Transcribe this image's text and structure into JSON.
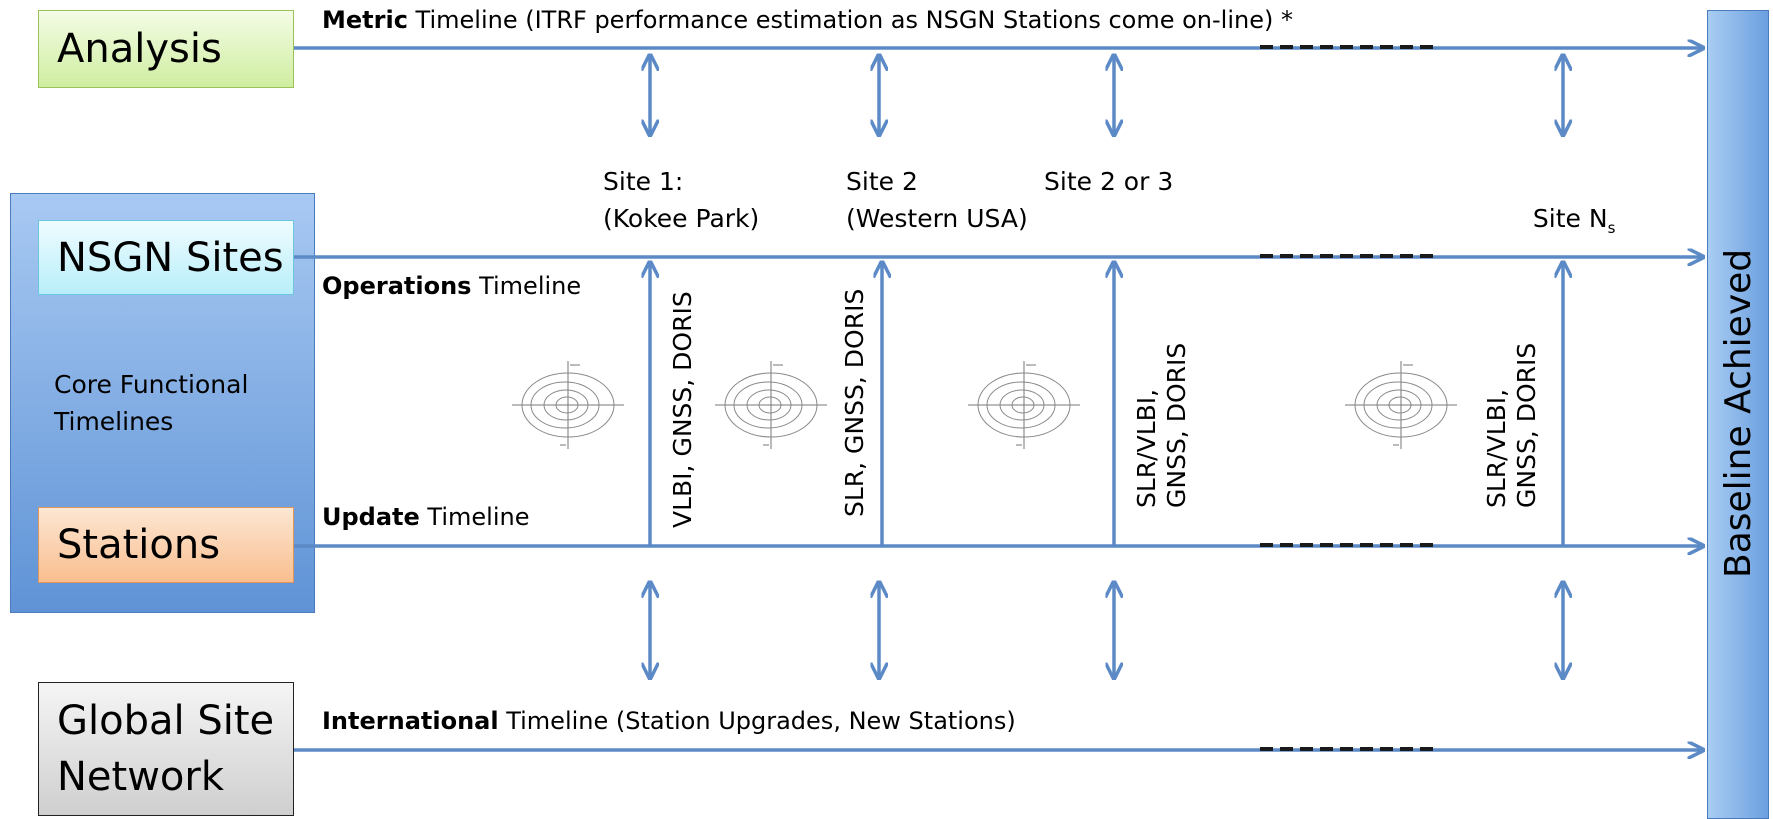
{
  "colors": {
    "line": "#5b8ac6",
    "analysis_fill": "#e6f5c8",
    "nsgn_fill": "#d6f6fc",
    "stations_fill": "#fcd9b8",
    "global_fill": "#e3e3e3",
    "core_panel": "#6fa0de",
    "baseline_bar": "#7aaee6"
  },
  "boxes": {
    "analysis": "Analysis",
    "nsgn_sites": "NSGN Sites",
    "stations": "Stations",
    "global_line1": "Global Site",
    "global_line2": "Network",
    "core_line1": "Core Functional",
    "core_line2": "Timelines",
    "baseline": "Baseline Achieved"
  },
  "timelines": {
    "metric_bold": "Metric",
    "metric_rest": " Timeline (ITRF performance estimation as NSGN Stations come on-line) *",
    "operations_bold": "Operations",
    "operations_rest": " Timeline",
    "update_bold": "Update",
    "update_rest": " Timeline",
    "international_bold": "International",
    "international_rest": " Timeline (Station Upgrades, New Stations)"
  },
  "sites": {
    "site1": "Site 1:\n(Kokee Park)",
    "site2": "Site 2\n(Western USA)",
    "site3": "Site 2 or 3",
    "siteN_main": "Site N",
    "siteN_sub": "s"
  },
  "techniques": {
    "t1": "VLBI, GNSS, DORIS",
    "t2": "SLR, GNSS, DORIS",
    "t3": "SLR/VLBI,\nGNSS, DORIS",
    "t4": "SLR/VLBI,\nGNSS, DORIS"
  },
  "icons": [
    "spiral-target-icon"
  ]
}
